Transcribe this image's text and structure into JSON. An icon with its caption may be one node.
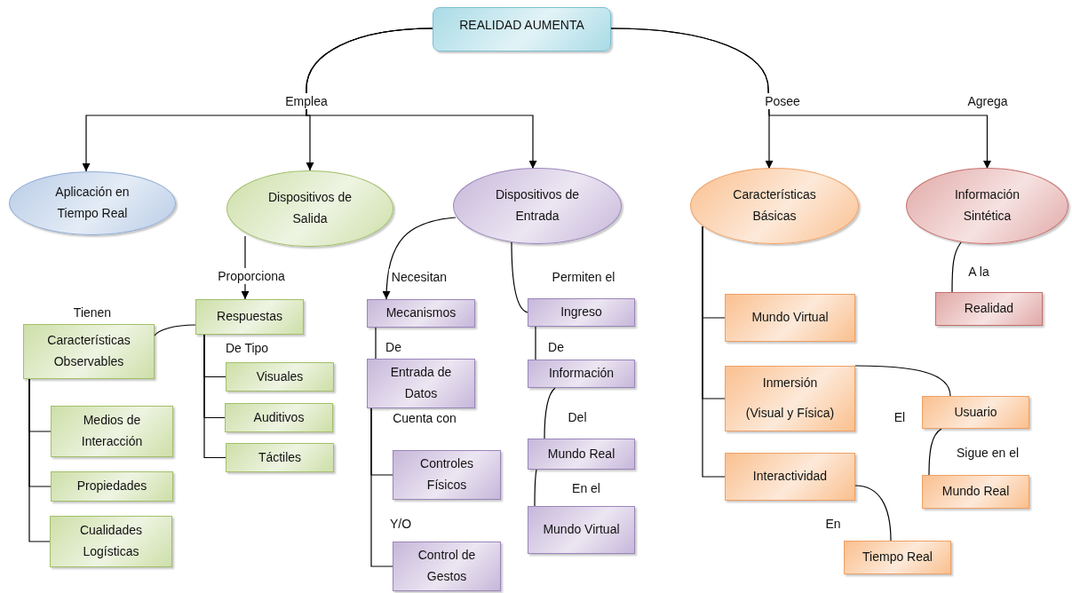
{
  "diagram": {
    "nodes": [
      {
        "text": [
          "REALIDAD AUMENTA"
        ]
      },
      {
        "text": [
          "Aplicación en Tiempo Real"
        ]
      },
      {
        "text": [
          "Dispositivos de Salida"
        ]
      },
      {
        "text": [
          "Dispositivos de Entrada"
        ]
      },
      {
        "text": [
          "Características Básicas"
        ]
      },
      {
        "text": [
          "Información Sintética"
        ]
      },
      {
        "text": [
          "Respuestas"
        ]
      },
      {
        "text": [
          "Características Observables"
        ]
      },
      {
        "text": [
          "Medios de Interacción"
        ]
      },
      {
        "text": [
          "Propiedades"
        ]
      },
      {
        "text": [
          "Cualidades Logísticas"
        ]
      },
      {
        "text": [
          "Visuales"
        ]
      },
      {
        "text": [
          "Auditivos"
        ]
      },
      {
        "text": [
          "Táctiles"
        ]
      },
      {
        "text": [
          "Mecanismos"
        ]
      },
      {
        "text": [
          "Entrada de Datos"
        ]
      },
      {
        "text": [
          "Controles Físicos"
        ]
      },
      {
        "text": [
          "Control de Gestos"
        ]
      },
      {
        "text": [
          "Ingreso"
        ]
      },
      {
        "text": [
          "Información"
        ]
      },
      {
        "text": [
          "Mundo Real"
        ]
      },
      {
        "text": [
          "Mundo Virtual"
        ]
      },
      {
        "text": [
          "Mundo Virtual"
        ]
      },
      {
        "text": [
          "Inmersión",
          "(Visual y Física)"
        ]
      },
      {
        "text": [
          "Interactividad"
        ]
      },
      {
        "text": [
          "Usuario"
        ]
      },
      {
        "text": [
          "Mundo Real"
        ]
      },
      {
        "text": [
          "Tiempo Real"
        ]
      },
      {
        "text": [
          "Realidad"
        ]
      }
    ],
    "edges": [
      {
        "from": 0,
        "to": 1,
        "arrow": "to"
      },
      {
        "from": 0,
        "to": 2,
        "arrow": "to",
        "label": "Emplea"
      },
      {
        "from": 0,
        "to": 3,
        "arrow": "to"
      },
      {
        "from": 0,
        "to": 4,
        "arrow": "to",
        "label": "Posee"
      },
      {
        "from": 0,
        "to": 5,
        "arrow": "to",
        "label": "Agrega"
      },
      {
        "from": 2,
        "to": 6,
        "arrow": "to",
        "label": "Proporciona"
      },
      {
        "from": 6,
        "to": 7,
        "arrow": "none",
        "label": "Tienen"
      },
      {
        "from": 6,
        "to": 11,
        "arrow": "none",
        "label": "De Tipo"
      },
      {
        "from": 6,
        "to": 12,
        "arrow": "none"
      },
      {
        "from": 6,
        "to": 13,
        "arrow": "none"
      },
      {
        "from": 7,
        "to": 8,
        "arrow": "none"
      },
      {
        "from": 7,
        "to": 9,
        "arrow": "none"
      },
      {
        "from": 7,
        "to": 10,
        "arrow": "none"
      },
      {
        "from": 3,
        "to": 14,
        "arrow": "to",
        "label": "Necesitan"
      },
      {
        "from": 14,
        "to": 15,
        "arrow": "none",
        "label": "De"
      },
      {
        "from": 15,
        "to": 16,
        "arrow": "none",
        "label": "Cuenta con"
      },
      {
        "from": 15,
        "to": 17,
        "arrow": "none",
        "label": "Y/O"
      },
      {
        "from": 3,
        "to": 18,
        "arrow": "none",
        "label": "Permiten el"
      },
      {
        "from": 18,
        "to": 19,
        "arrow": "none",
        "label": "De"
      },
      {
        "from": 19,
        "to": 20,
        "arrow": "none",
        "label": "Del"
      },
      {
        "from": 20,
        "to": 21,
        "arrow": "none",
        "label": "En el"
      },
      {
        "from": 4,
        "to": 22,
        "arrow": "none"
      },
      {
        "from": 4,
        "to": 23,
        "arrow": "none"
      },
      {
        "from": 4,
        "to": 24,
        "arrow": "none"
      },
      {
        "from": 23,
        "to": 25,
        "arrow": "none",
        "label": "El"
      },
      {
        "from": 25,
        "to": 26,
        "arrow": "none",
        "label": "Sigue en el"
      },
      {
        "from": 24,
        "to": 27,
        "arrow": "none",
        "label": "En"
      },
      {
        "from": 5,
        "to": 28,
        "arrow": "none",
        "label": "A la"
      }
    ]
  }
}
